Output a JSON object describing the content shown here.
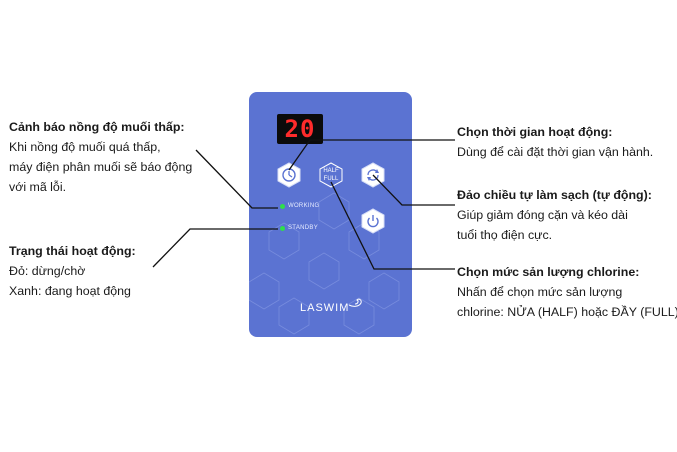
{
  "panel": {
    "display_value": "20",
    "half_full_label_top": "HALF",
    "half_full_label_bottom": "FULL",
    "led_working": "WORKING",
    "led_standby": "STANDBY",
    "brand": "LASWIM",
    "panel_color": "#5b73d2",
    "led_color": "#2ee04a",
    "display_color": "#ff2b2b"
  },
  "annotations": {
    "salt_warning": {
      "title": "Cảnh báo nồng độ muối thấp:",
      "lines": [
        "Khi nồng độ muối quá thấp,",
        "máy điện phân muối sẽ báo động",
        "với mã lỗi."
      ]
    },
    "status": {
      "title": "Trạng thái hoạt động:",
      "lines": [
        "Đỏ: dừng/chờ",
        "Xanh: đang hoạt động"
      ]
    },
    "timer": {
      "title": "Chọn thời gian hoạt động:",
      "lines": [
        "Dùng để cài đặt thời gian vận hành."
      ]
    },
    "self_clean": {
      "title": "Đảo chiều tự làm sạch (tự động):",
      "lines": [
        "Giúp giảm đóng cặn và kéo dài",
        "tuổi thọ điện cực."
      ]
    },
    "chlorine": {
      "title": "Chọn mức sản lượng chlorine:",
      "lines": [
        "Nhấn để chọn mức sản lượng",
        "chlorine: NỬA (HALF) hoặc ĐẦY (FULL)."
      ]
    }
  },
  "icons": [
    "clock-icon",
    "refresh-icon",
    "power-icon"
  ]
}
